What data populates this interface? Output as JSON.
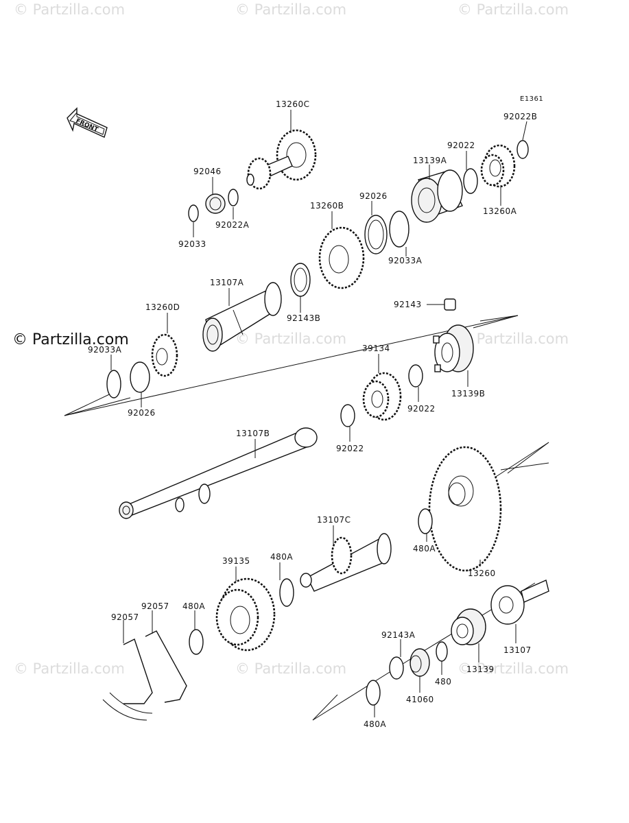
{
  "diagram_code": "E1361",
  "front_label": "FRONT",
  "copyright": "© Partzilla.com",
  "watermark": "© Partzilla.com",
  "parts": [
    {
      "id": "p-13260c",
      "label": "13260C"
    },
    {
      "id": "p-92046",
      "label": "92046"
    },
    {
      "id": "p-92022a",
      "label": "92022A"
    },
    {
      "id": "p-92033",
      "label": "92033"
    },
    {
      "id": "p-13139a",
      "label": "13139A"
    },
    {
      "id": "p-92022-top",
      "label": "92022"
    },
    {
      "id": "p-92022b",
      "label": "92022B"
    },
    {
      "id": "p-13260a",
      "label": "13260A"
    },
    {
      "id": "p-92026-top",
      "label": "92026"
    },
    {
      "id": "p-92033a-top",
      "label": "92033A"
    },
    {
      "id": "p-13260b",
      "label": "13260B"
    },
    {
      "id": "p-13107a",
      "label": "13107A"
    },
    {
      "id": "p-92143b",
      "label": "92143B"
    },
    {
      "id": "p-13260d",
      "label": "13260D"
    },
    {
      "id": "p-92033a-left",
      "label": "92033A"
    },
    {
      "id": "p-92026-left",
      "label": "92026"
    },
    {
      "id": "p-92143",
      "label": "92143"
    },
    {
      "id": "p-13139b",
      "label": "13139B"
    },
    {
      "id": "p-39134",
      "label": "39134"
    },
    {
      "id": "p-92022-mid",
      "label": "92022"
    },
    {
      "id": "p-92022-low",
      "label": "92022"
    },
    {
      "id": "p-13107b",
      "label": "13107B"
    },
    {
      "id": "p-13107c",
      "label": "13107C"
    },
    {
      "id": "p-480a-right",
      "label": "480A"
    },
    {
      "id": "p-13260",
      "label": "13260"
    },
    {
      "id": "p-39135",
      "label": "39135"
    },
    {
      "id": "p-480a-mid",
      "label": "480A"
    },
    {
      "id": "p-480a-left",
      "label": "480A"
    },
    {
      "id": "p-92057-a",
      "label": "92057"
    },
    {
      "id": "p-92057-b",
      "label": "92057"
    },
    {
      "id": "p-92143a",
      "label": "92143A"
    },
    {
      "id": "p-13107",
      "label": "13107"
    },
    {
      "id": "p-13139",
      "label": "13139"
    },
    {
      "id": "p-480",
      "label": "480"
    },
    {
      "id": "p-41060",
      "label": "41060"
    },
    {
      "id": "p-480a-bottom",
      "label": "480A"
    }
  ]
}
